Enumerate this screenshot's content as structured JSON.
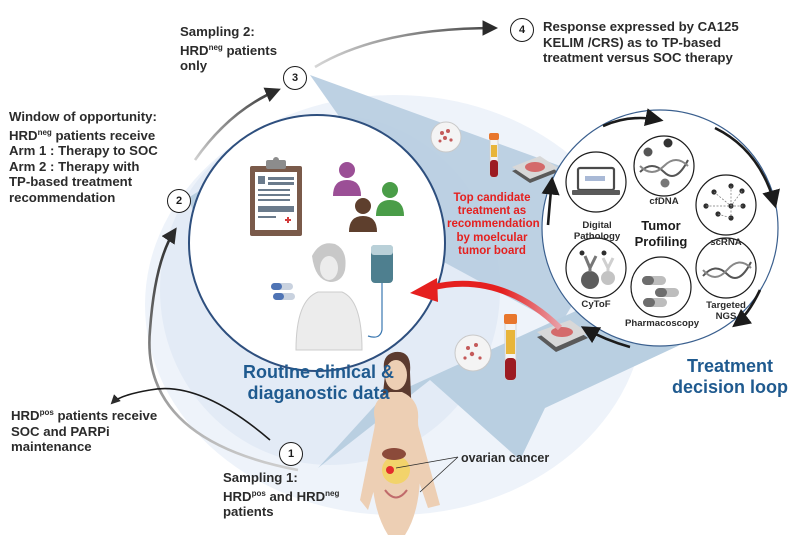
{
  "steps": [
    {
      "number": "1",
      "label_lines": [
        "Sampling 1:",
        "HRD{pos} and HRD{neg}",
        "patients"
      ]
    },
    {
      "number": "2",
      "label_lines": [
        "Window of opportunity:",
        "HRD{neg} patients receive",
        "Arm 1 : Therapy to SOC",
        "Arm 2 : Therapy with",
        "TP-based treatment",
        "recommendation"
      ]
    },
    {
      "number": "3",
      "label_lines": [
        "Sampling 2:",
        "HRD{neg} patients",
        "only"
      ]
    },
    {
      "number": "4",
      "label_lines": [
        "Response expressed by CA125",
        "KELIM /CRS) as to TP-based",
        "treatment versus SOC therapy"
      ]
    }
  ],
  "side_branch": {
    "label_lines": [
      "HRD{pos} patients receive",
      "SOC and PARPi",
      "maintenance"
    ]
  },
  "routine_data": {
    "title_lines": [
      "Routine clinical &",
      "diaganostic data"
    ]
  },
  "recommendation": {
    "label_lines": [
      "Top candidate",
      "treatment as",
      "recommendation",
      "by moelcular",
      "tumor board"
    ]
  },
  "tumor_profiling": {
    "center_lines": [
      "Tumor",
      "Profiling"
    ],
    "modules": [
      {
        "id": "digital-pathology",
        "label_lines": [
          "Digital",
          "Pathology"
        ]
      },
      {
        "id": "cfdna",
        "label_lines": [
          "cfDNA"
        ]
      },
      {
        "id": "scrna",
        "label_lines": [
          "scRNA"
        ]
      },
      {
        "id": "targeted-ngs",
        "label_lines": [
          "Targeted",
          "NGS"
        ]
      },
      {
        "id": "pharmacoscopy",
        "label_lines": [
          "Pharmacoscopy"
        ]
      },
      {
        "id": "cytof",
        "label_lines": [
          "CyToF"
        ]
      }
    ]
  },
  "treatment_loop": {
    "title_lines": [
      "Treatment",
      "decision loop"
    ]
  },
  "patient": {
    "annotation": "ovarian cancer"
  },
  "colors": {
    "accent_blue": "#1f5a8f",
    "sample_wedge": "#b9cfe1",
    "halo": "#e7eef8",
    "alert_red": "#e5201f",
    "ink": "#2b2b2b"
  }
}
